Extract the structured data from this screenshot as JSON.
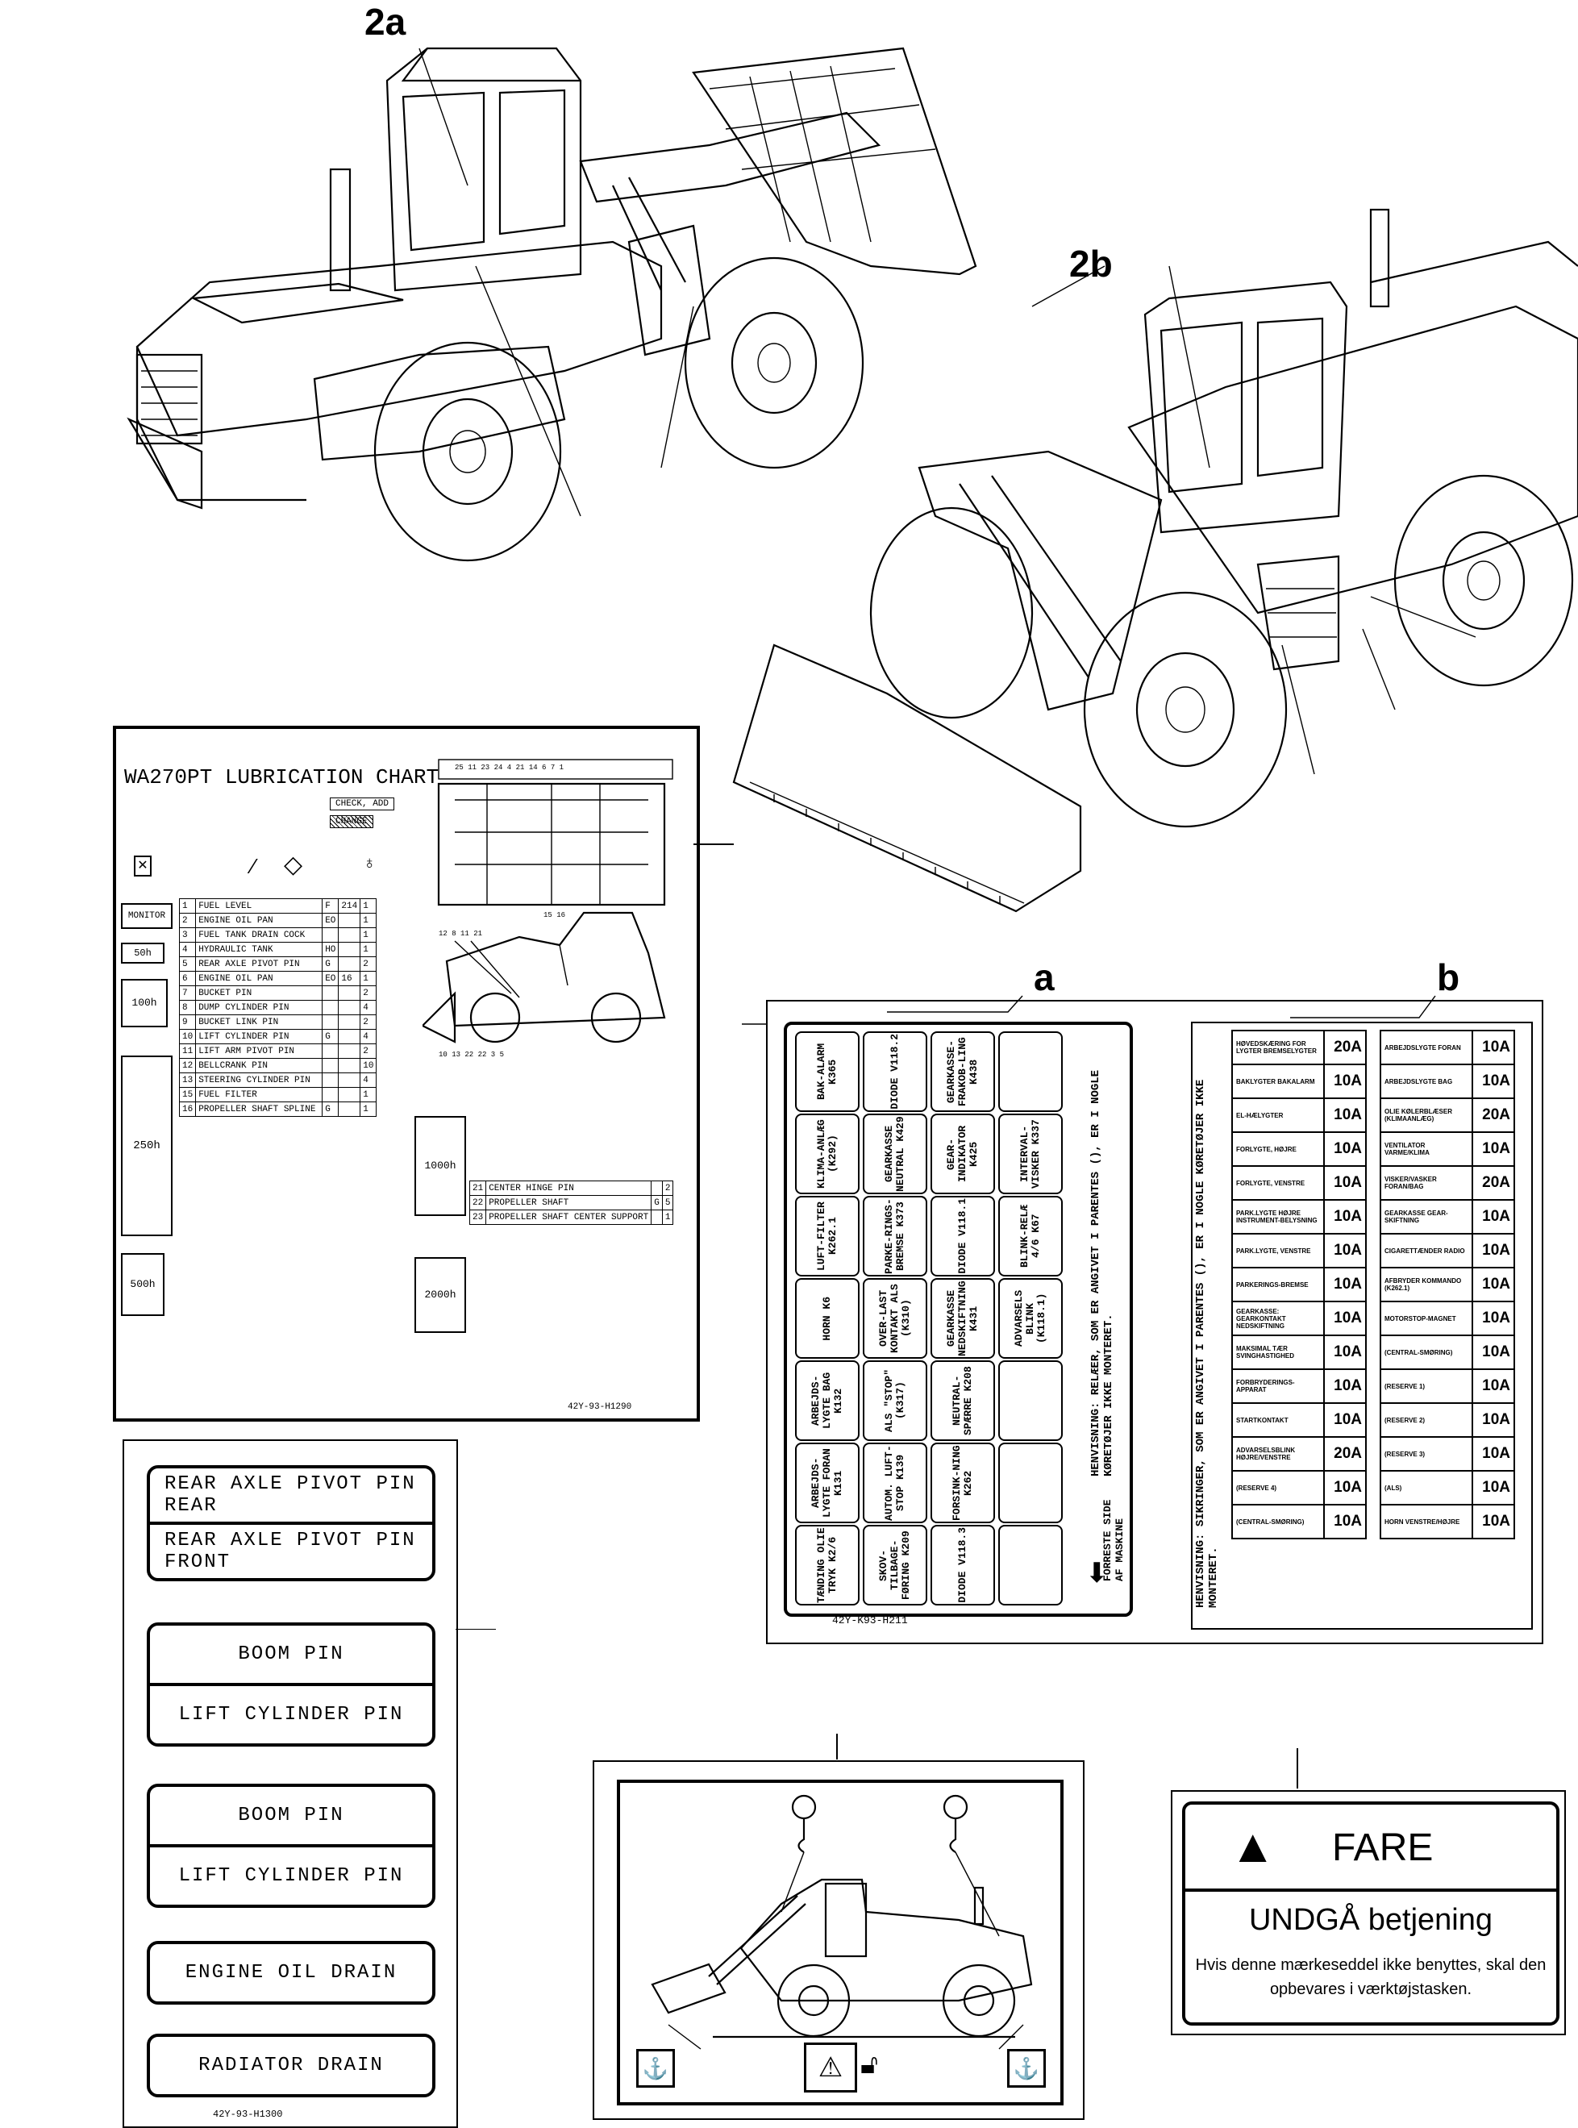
{
  "callouts": {
    "c2a": "2a",
    "c2b": "2b",
    "ca": "a",
    "cb": "b"
  },
  "lubrication_chart": {
    "title": "WA270PT LUBRICATION CHART",
    "check_add": "CHECK, ADD",
    "change": "CHANGE",
    "part_number": "42Y-93-H1290",
    "intervals": [
      "MONITOR",
      "50h",
      "100h",
      "250h",
      "500h",
      "1000h",
      "2000h"
    ],
    "rows_left": [
      {
        "no": "1",
        "name": "FUEL LEVEL",
        "oil": "F",
        "qty": "214",
        "pts": "1"
      },
      {
        "no": "2",
        "name": "ENGINE OIL PAN",
        "oil": "EO",
        "qty": "",
        "pts": "1"
      },
      {
        "no": "3",
        "name": "FUEL TANK DRAIN COCK",
        "oil": "",
        "qty": "",
        "pts": "1"
      },
      {
        "no": "4",
        "name": "HYDRAULIC TANK",
        "oil": "HO",
        "qty": "",
        "pts": "1"
      },
      {
        "no": "5",
        "name": "REAR AXLE PIVOT PIN",
        "oil": "G",
        "qty": "",
        "pts": "2"
      },
      {
        "no": "6",
        "name": "ENGINE OIL PAN",
        "oil": "EO",
        "qty": "16",
        "pts": "1"
      },
      {
        "no": "7",
        "name": "BUCKET PIN",
        "oil": "",
        "qty": "",
        "pts": "2"
      },
      {
        "no": "8",
        "name": "DUMP CYLINDER PIN",
        "oil": "",
        "qty": "",
        "pts": "4"
      },
      {
        "no": "9",
        "name": "BUCKET LINK PIN",
        "oil": "",
        "qty": "",
        "pts": "2"
      },
      {
        "no": "10",
        "name": "LIFT CYLINDER PIN",
        "oil": "G",
        "qty": "",
        "pts": "4"
      },
      {
        "no": "11",
        "name": "LIFT ARM PIVOT PIN",
        "oil": "",
        "qty": "",
        "pts": "2"
      },
      {
        "no": "12",
        "name": "BELLCRANK PIN",
        "oil": "",
        "qty": "",
        "pts": "10"
      },
      {
        "no": "13",
        "name": "STEERING CYLINDER PIN",
        "oil": "",
        "qty": "",
        "pts": "4"
      },
      {
        "no": "15",
        "name": "FUEL FILTER",
        "oil": "",
        "qty": "",
        "pts": "1"
      },
      {
        "no": "16",
        "name": "PROPELLER SHAFT SPLINE",
        "oil": "G",
        "qty": "",
        "pts": "1"
      }
    ],
    "rows_right": [
      {
        "no": "21",
        "name": "CENTER HINGE PIN",
        "oil": "",
        "pts": "2"
      },
      {
        "no": "22",
        "name": "PROPELLER SHAFT",
        "oil": "G",
        "pts": "5"
      },
      {
        "no": "23",
        "name": "PROPELLER SHAFT CENTER SUPPORT",
        "oil": "",
        "pts": "1"
      }
    ],
    "diagram_numbers": [
      "25",
      "11",
      "23",
      "24",
      "4",
      "21",
      "14",
      "6",
      "7",
      "1",
      "15",
      "16",
      "12",
      "8",
      "11",
      "21",
      "10",
      "13",
      "22",
      "22",
      "3",
      "5"
    ]
  },
  "fuse_panel": {
    "part_number": "42Y-K93-H211",
    "note_left": "HENVISNING: RELÆER, SOM ER ANGIVET I PARENTES (), ER I NOGLE KØRETØJER IKKE MONTERET.",
    "note_right": "HENVISNING: SIKRINGER, SOM ER ANGIVET I PARENTES (), ER I NOGLE KØRETØJER IKKE MONTERET.",
    "front_label": "FORRESTE SIDE AF MASKINE",
    "relays": [
      [
        "BAK-ALARM K365",
        "DIODE V118.2",
        "GEARKASSE-FRAKOB-LING K438",
        ""
      ],
      [
        "KLIMA-ANLÆG (K292)",
        "GEARKASSE NEUTRAL K429",
        "GEAR-INDIKATOR K425",
        "INTERVAL-VISKER K337"
      ],
      [
        "LUFT-FILTER K262.1",
        "PARKE-RINGS-BREMSE K373",
        "DIODE V118.1",
        "BLINK-RELÆ 4/6 K67"
      ],
      [
        "HORN K6",
        "OVER-LAST KONTAKT ALS (K310)",
        "GEARKASSE NEDSKIFTNING K431",
        "ADVARSELS BLINK (K118.1)"
      ],
      [
        "ARBEJDS-LYGTE BAG K132",
        "ALS \"STOP\" (K317)",
        "NEUTRAL-SPÆRRE K208",
        ""
      ],
      [
        "ARBEJDS-LYGTE FORAN K131",
        "AUTOM. LUFT-STOP K139",
        "FORSINK-NING K262",
        ""
      ],
      [
        "TÆNDING OLIE TRYK K2/6",
        "SKOV-TILBAGE-FØRING K209",
        "DIODE V118.3",
        ""
      ]
    ],
    "fuses_left": [
      {
        "label": "HØVEDSKÆRING FOR LYGTER BREMSELYGTER",
        "amp": "20A"
      },
      {
        "label": "BAKLYGTER BAKALARM",
        "amp": "10A"
      },
      {
        "label": "EL-HÆLYGTER",
        "amp": "10A"
      },
      {
        "label": "FORLYGTE, HØJRE",
        "amp": "10A"
      },
      {
        "label": "FORLYGTE, VENSTRE",
        "amp": "10A"
      },
      {
        "label": "PARK.LYGTE HØJRE INSTRUMENT-BELYSNING",
        "amp": "10A"
      },
      {
        "label": "PARK.LYGTE, VENSTRE",
        "amp": "10A"
      },
      {
        "label": "PARKERINGS-BREMSE",
        "amp": "10A"
      },
      {
        "label": "GEARKASSE: GEARKONTAKT NEDSKIFTNING",
        "amp": "10A"
      },
      {
        "label": "MAKSIMAL TÆR SVINGHASTIGHED",
        "amp": "10A"
      },
      {
        "label": "FORBRYDERINGS-APPARAT",
        "amp": "10A"
      },
      {
        "label": "STARTKONTAKT",
        "amp": "10A"
      },
      {
        "label": "ADVARSELSBLINK HØJRE/VENSTRE",
        "amp": "20A"
      },
      {
        "label": "(RESERVE 4)",
        "amp": "10A"
      },
      {
        "label": "(CENTRAL-SMØRING)",
        "amp": "10A"
      }
    ],
    "fuses_right": [
      {
        "label": "ARBEJDSLYGTE FORAN",
        "amp": "10A"
      },
      {
        "label": "ARBEJDSLYGTE BAG",
        "amp": "10A"
      },
      {
        "label": "OLIE KØLERBLÆSER (KLIMAANLÆG)",
        "amp": "20A"
      },
      {
        "label": "VENTILATOR VARME/KLIMA",
        "amp": "10A"
      },
      {
        "label": "VISKER/VASKER FORAN/BAG",
        "amp": "20A"
      },
      {
        "label": "GEARKASSE GEAR-SKIFTNING",
        "amp": "10A"
      },
      {
        "label": "CIGARETTÆNDER RADIO",
        "amp": "10A"
      },
      {
        "label": "AFBRYDER KOMMANDO (K262.1)",
        "amp": "10A"
      },
      {
        "label": "MOTORSTOP-MAGNET",
        "amp": "10A"
      },
      {
        "label": "(CENTRAL-SMØRING)",
        "amp": "10A"
      },
      {
        "label": "(RESERVE 1)",
        "amp": "10A"
      },
      {
        "label": "(RESERVE 2)",
        "amp": "10A"
      },
      {
        "label": "(RESERVE 3)",
        "amp": "10A"
      },
      {
        "label": "(ALS)",
        "amp": "10A"
      },
      {
        "label": "HORN VENSTRE/HØJRE",
        "amp": "10A"
      }
    ]
  },
  "pin_labels": {
    "part_number": "42Y-93-H1300",
    "tag1": [
      "REAR AXLE PIVOT PIN REAR",
      "REAR AXLE PIVOT PIN FRONT"
    ],
    "tag2": [
      "BOOM PIN",
      "LIFT CYLINDER PIN"
    ],
    "tag3": [
      "BOOM PIN",
      "LIFT CYLINDER PIN"
    ],
    "tag4": "ENGINE OIL DRAIN",
    "tag5": "RADIATOR DRAIN"
  },
  "danger_label": {
    "title": "FARE",
    "subtitle": "UNDGÅ betjening",
    "body": "Hvis denne mærkeseddel ikke benyttes, skal den opbevares i værktøjstasken."
  }
}
